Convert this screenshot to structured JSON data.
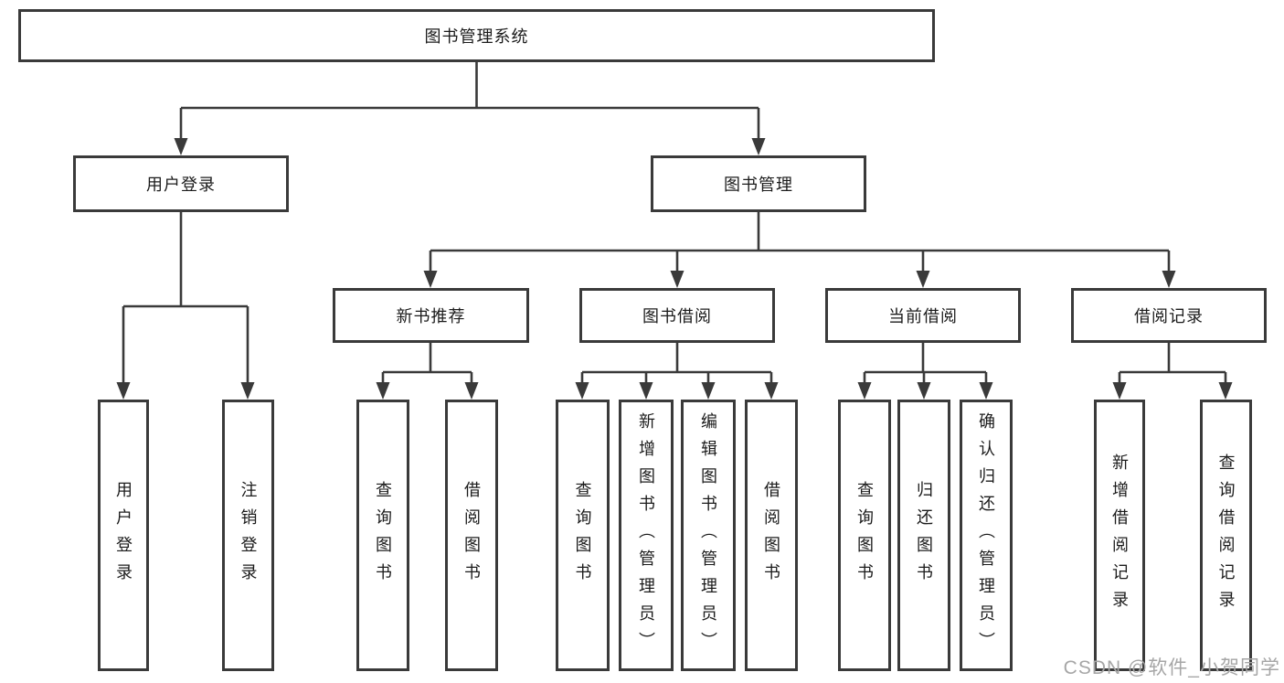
{
  "diagram": {
    "root_label": "图书管理系统",
    "level2": {
      "user_login": "用户登录",
      "book_mgmt": "图书管理"
    },
    "level3": {
      "new_books": "新书推荐",
      "book_borrow": "图书借阅",
      "current_borrow": "当前借阅",
      "borrow_records": "借阅记录"
    },
    "leaves": {
      "user_login": "用户登录",
      "logout": "注销登录",
      "nb_query_books": "查询图书",
      "nb_borrow_books": "借阅图书",
      "bb_query_books": "查询图书",
      "bb_add_books": "新增图书（管理员）",
      "bb_edit_books": "编辑图书（管理员）",
      "bb_borrow_books": "借阅图书",
      "cb_query_books": "查询图书",
      "cb_return_books": "归还图书",
      "cb_confirm_return": "确认归还（管理员）",
      "rec_add_record": "新增借阅记录",
      "rec_query_record": "查询借阅记录"
    },
    "watermark": "CSDN @软件_小贺同学",
    "line_color": "#3a3a3a"
  }
}
